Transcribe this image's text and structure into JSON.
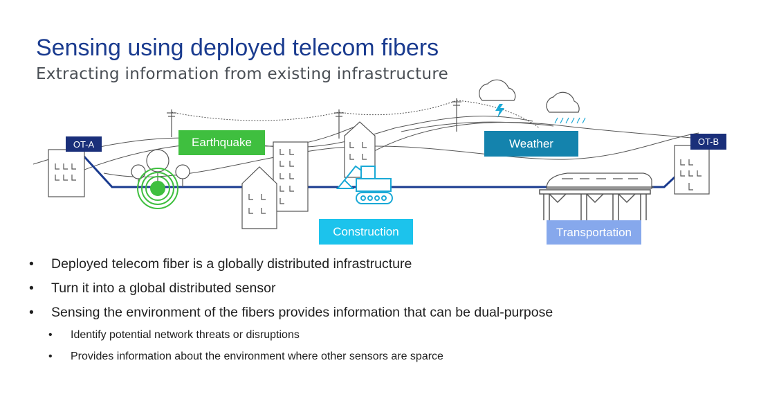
{
  "slide": {
    "title": "Sensing using deployed telecom fibers",
    "subtitle": "Extracting information from existing infrastructure"
  },
  "diagram": {
    "endpoints": {
      "left": "OT-A",
      "right": "OT-B"
    },
    "labels": {
      "earthquake": "Earthquake",
      "weather": "Weather",
      "construction": "Construction",
      "transportation": "Transportation"
    },
    "colors": {
      "fiber": "#1a3b8f",
      "endpoint_box": "#1a2f7a",
      "earthquake": "#3fbf3f",
      "weather": "#1483ad",
      "construction": "#1cc3ec",
      "transportation": "#86a8ec"
    },
    "icons": [
      "building-icon",
      "tree-icon",
      "seismic-rings-icon",
      "excavator-icon",
      "train-icon",
      "bridge-icon",
      "cloud-lightning-icon",
      "cloud-rain-icon",
      "utility-pole-icon"
    ]
  },
  "bullets": [
    "Deployed telecom fiber is a globally distributed infrastructure",
    "Turn it into a global distributed sensor",
    "Sensing the environment of the fibers provides information that can be dual-purpose"
  ],
  "sub_bullets": [
    "Identify potential network threats or disruptions",
    "Provides information about the environment where other sensors are sparce"
  ]
}
